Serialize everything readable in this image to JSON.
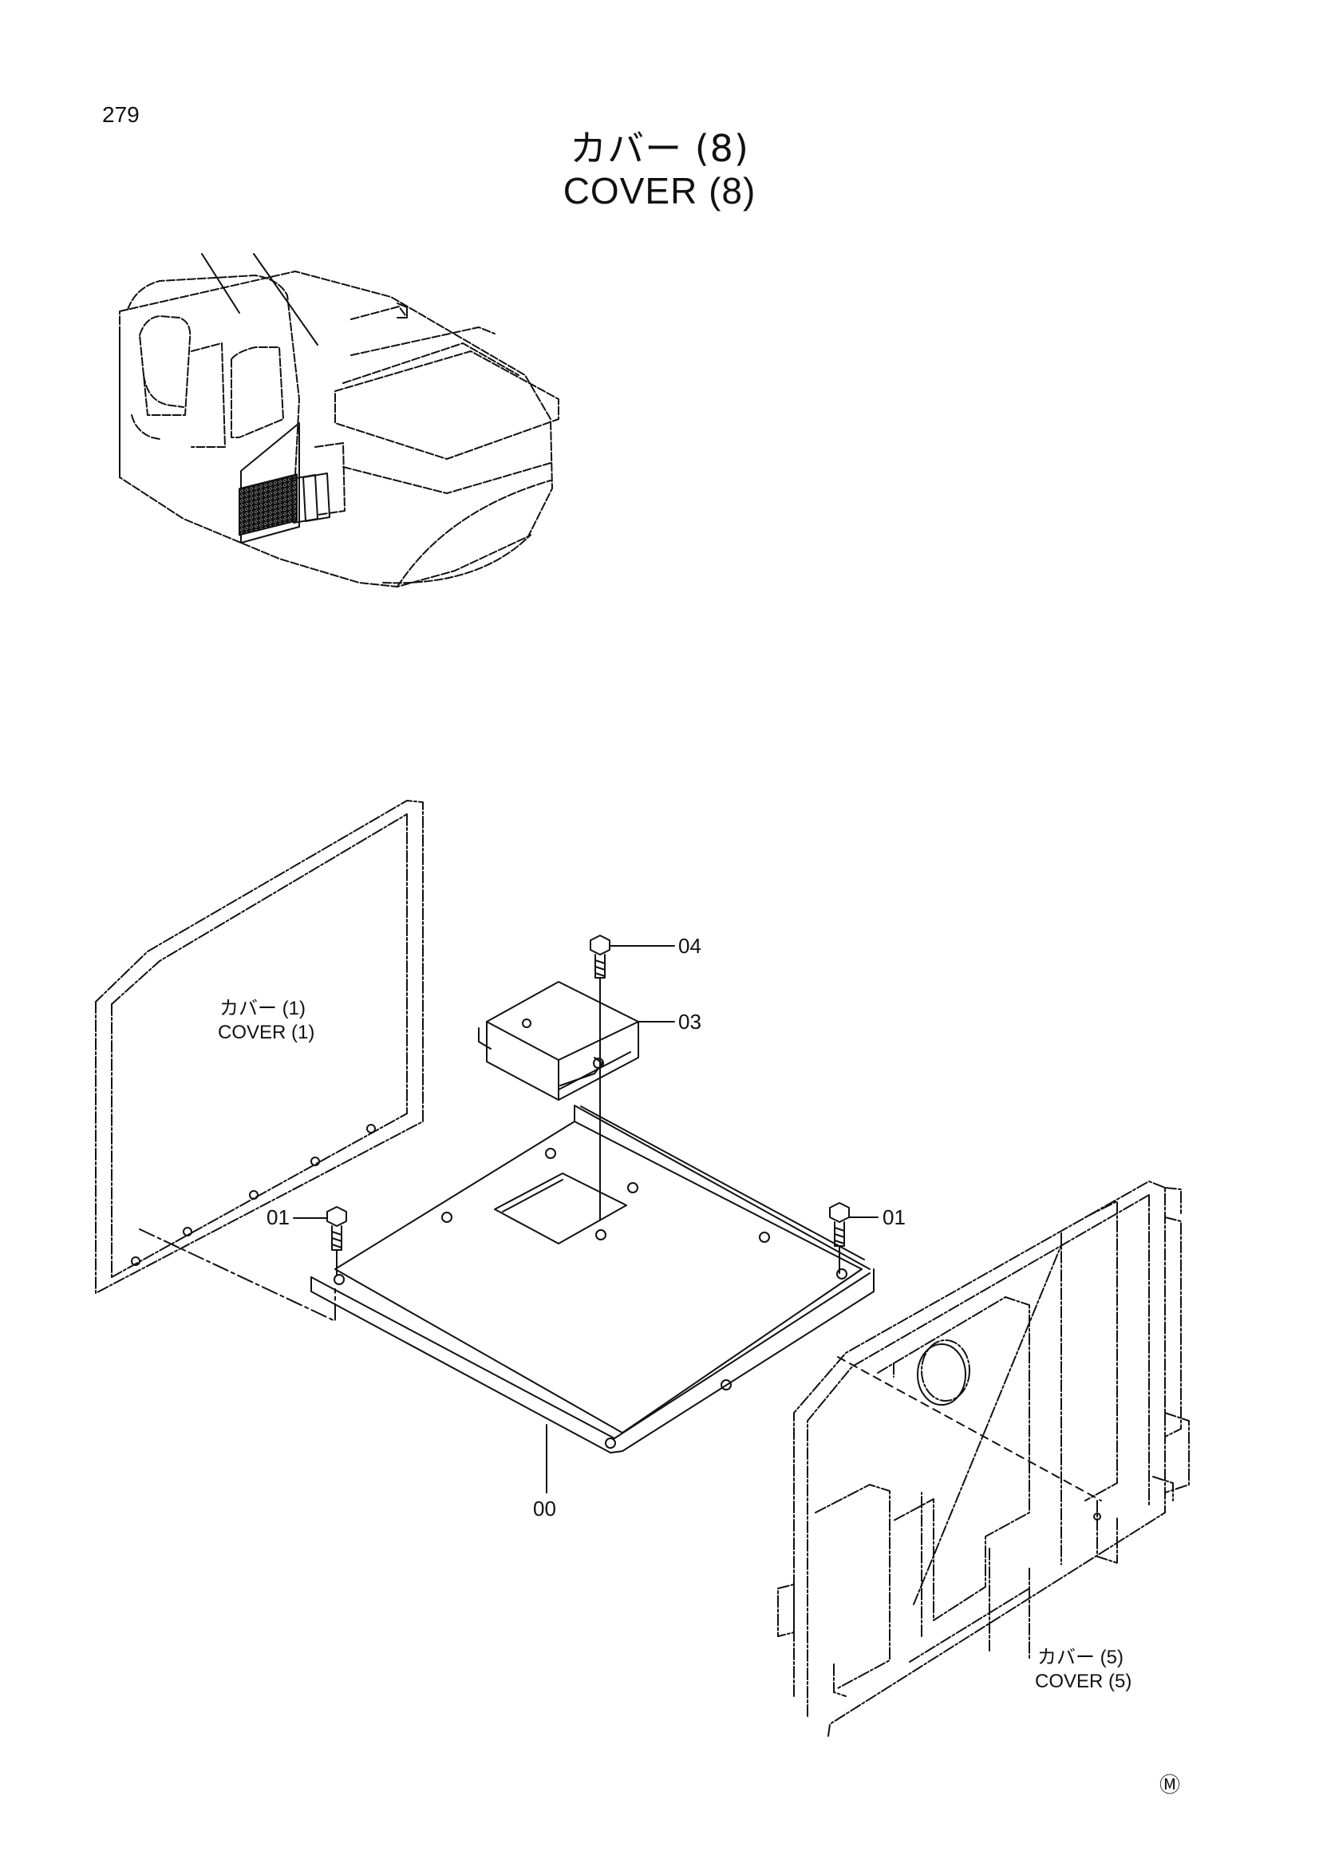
{
  "page": {
    "number": "279"
  },
  "title": {
    "jp": "カバー (8)",
    "en": "COVER (8)"
  },
  "labels": {
    "cover1": {
      "jp": "カバー (1)",
      "en": "COVER (1)"
    },
    "cover5": {
      "jp": "カバー (5)",
      "en": "COVER (5)"
    }
  },
  "callouts": {
    "c04": "04",
    "c03": "03",
    "c01_left": "01",
    "c01_right": "01",
    "c00": "00"
  },
  "footer": {
    "mark": "Ⓜ"
  }
}
